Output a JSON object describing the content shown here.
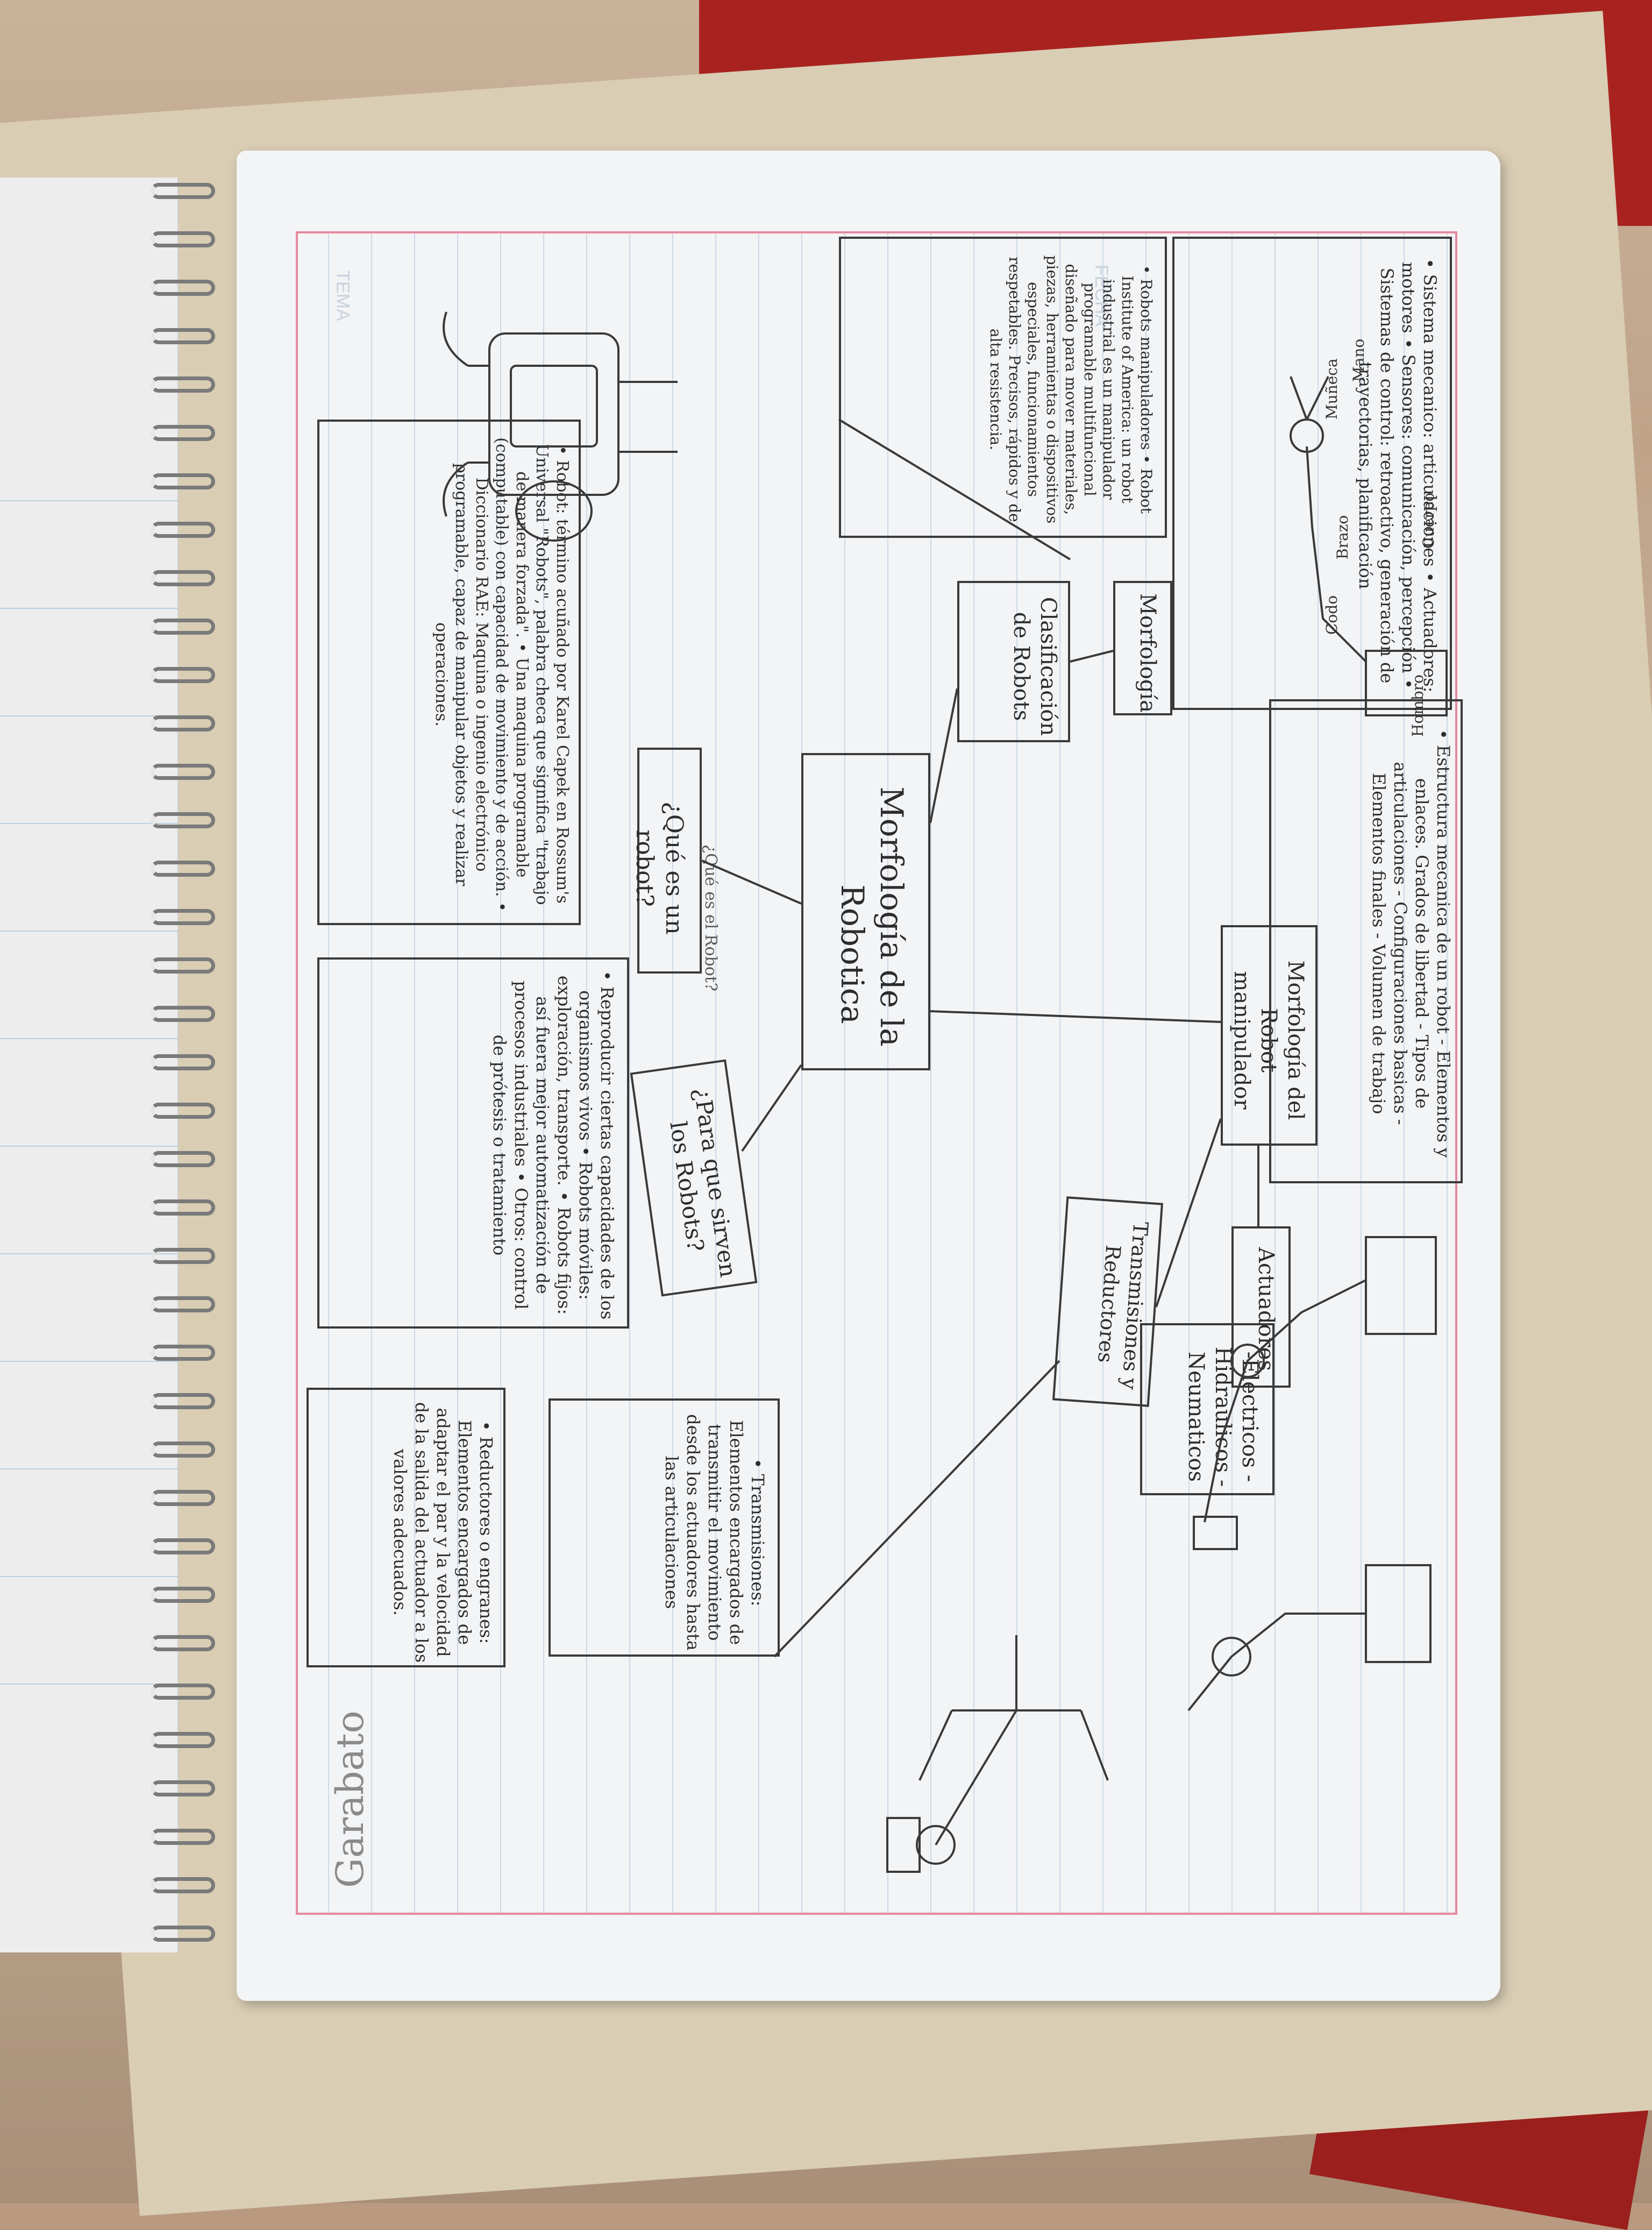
{
  "page": {
    "header_tema": "TEMA",
    "header_fecha": "FECHA",
    "signature": "Garabato"
  },
  "center": {
    "title_line1": "Morfología de la",
    "title_line2": "Robotica"
  },
  "nodes": {
    "que_es": "¿Qué es un robot?",
    "para_que": "¿Para que\nsirven los Robots?",
    "clasificacion": "Clasificación\nde\nRobots",
    "morfologia": "Morfología",
    "morfologia_manip": "Morfología del\nRobot manipulador",
    "transmisiones": "Transmisiones y\nReductores",
    "actuadores": "Actuadores"
  },
  "notes": {
    "definicion": "• Robot: término acuñado por\nKarel Capek en Rossum's Universal\n\"Robots\", palabra checa que significa\n\"trabajo de manera forzada\".\n• Una maquina programable (computable) con\ncapacidad de movimiento y de acción.\n• Diccionario RAE: Maquina o ingenio\nelectrónico programable, capaz de\nmanipular objetos y realizar operaciones.",
    "aside": "¿Qué\nes el\nRobot?",
    "usos": "• Reproducir ciertas capacidades\nde los organismos vivos\n• Robots móviles: exploración,\ntransporte.\n• Robots fijos: así fuera mejor\nautomatización de procesos\nindustriales\n• Otros: control de prótesis\no tratamiento",
    "reductores": "• Reductores o engranes:\nElementos encargados de\nadaptar el par y la\nvelocidad de la salida del\nactuador a los valores\nadecuados.",
    "transmisiones": "• Transmisiones:\nElementos encargados\nde transmitir el movimiento\ndesde los actuadores\nhasta las articulaciones",
    "actuadores_list": "-Electricos\n-Hidraulicos\n-Neumaticos",
    "manipuladores": "• Robots manipuladores\n• Robot Institute of\nAmerica: un robot\nindustrial es un manipulador\nprogramable multifuncional\ndiseñado para mover\nmateriales, piezas, herramientas\no dispositivos especiales,\nfuncionamientos respetables.\nPrecisos, rápidos y de\nalta resistencia.",
    "sistema": "• Sistema mecanico: articulaciones\n• Actuadores: motores\n• Sensores: comunicación, percepción\n• Sistemas de control: retroactivo,\ngeneración de trayectorias, planificación",
    "estructura": "• Estructura mecanica de un robot\n- Elementos y enlaces. Grados de libertad\n- Tipos de articulaciones\n- Configuraciones basicas\n- Elementos finales\n- Volumen de trabajo"
  },
  "arm_labels": {
    "hombro": "Hombro",
    "codo": "Codo",
    "brazo": "Brazo",
    "cuerpo": "Cuerpo",
    "muneca": "Muñeca",
    "mano": "Mano"
  }
}
